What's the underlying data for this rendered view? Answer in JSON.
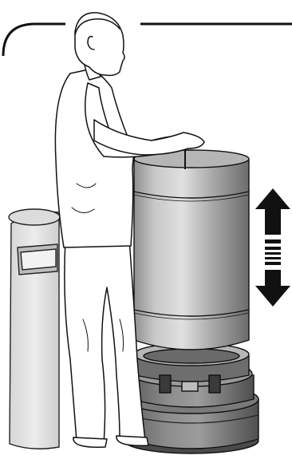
{
  "illustration": {
    "subject": "",
    "colors": {
      "line": "#111111",
      "cylinder_light": "#cfcfcf",
      "cylinder_mid": "#a8a8a8",
      "cylinder_dark": "#7d7d7d",
      "base_dark": "#5a5a5a",
      "base_mid": "#8a8a8a",
      "bin_fill": "#e2e2e2",
      "arrow": "#111111",
      "background": "#ffffff"
    },
    "icons": [
      "frame-corner-line",
      "person-figure",
      "waste-bin",
      "cylinder-body",
      "cylinder-base",
      "up-down-arrow-icon"
    ]
  }
}
